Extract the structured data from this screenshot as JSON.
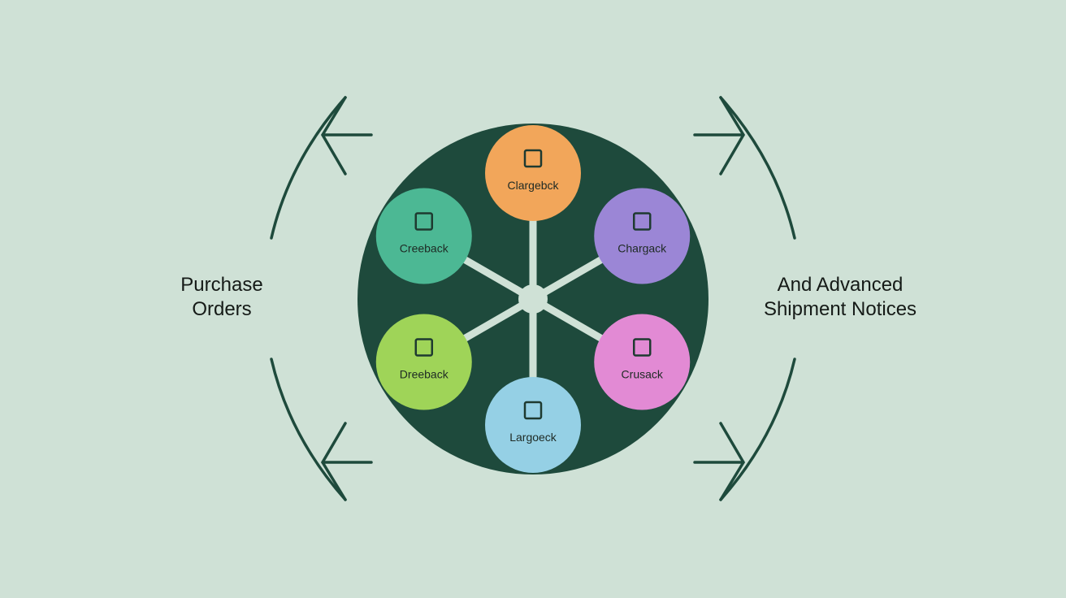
{
  "left_label": {
    "line1": "Purchase",
    "line2": "Orders"
  },
  "right_label": {
    "line1": "And Advanced",
    "line2": "Shipment Notices"
  },
  "colors": {
    "background": "#cfe1d6",
    "disc": "#1e4a3c",
    "spokes": "#cfe1d6",
    "arrows": "#1e4a3c"
  },
  "nodes": [
    {
      "label": "Clargebck",
      "color": "#f2a65a",
      "icon": "square-outline-icon"
    },
    {
      "label": "Chargack",
      "color": "#9b86d6",
      "icon": "square-outline-icon"
    },
    {
      "label": "Crusack",
      "color": "#e28ad4",
      "icon": "square-outline-icon"
    },
    {
      "label": "Largoeck",
      "color": "#95d0e5",
      "icon": "square-outline-icon"
    },
    {
      "label": "Dreeback",
      "color": "#9fd458",
      "icon": "square-outline-icon"
    },
    {
      "label": "Creeback",
      "color": "#4cb894",
      "icon": "square-outline-icon"
    }
  ]
}
